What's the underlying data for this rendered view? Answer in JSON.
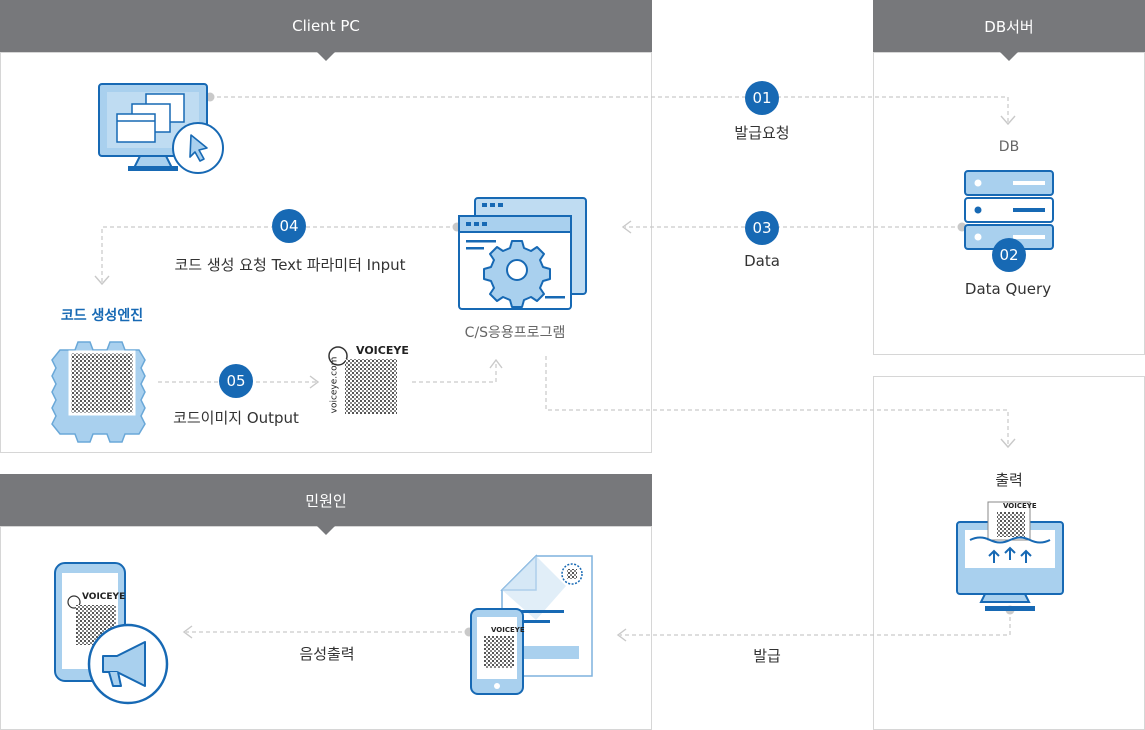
{
  "headers": {
    "client_pc": "Client PC",
    "db_server": "DB서버",
    "applicant": "민원인"
  },
  "steps": [
    {
      "num": "01",
      "label": "발급요청"
    },
    {
      "num": "02",
      "label": "Data Query"
    },
    {
      "num": "03",
      "label": "Data"
    },
    {
      "num": "04",
      "label": "코드 생성 요청 Text 파라미터 Input"
    },
    {
      "num": "05",
      "label": "코드이미지 Output"
    }
  ],
  "nodes": {
    "db": "DB",
    "cs_program": "C/S응용프로그램",
    "code_engine": "코드 생성엔진",
    "print": "출력",
    "issue": "발급",
    "voice_output": "음성출력"
  },
  "logo": {
    "brand": "VOICEYE",
    "domain": "voiceye.com"
  },
  "colors": {
    "accent": "#1769b4",
    "light_blue": "#a9d0ee",
    "header_gray": "#77787b"
  }
}
